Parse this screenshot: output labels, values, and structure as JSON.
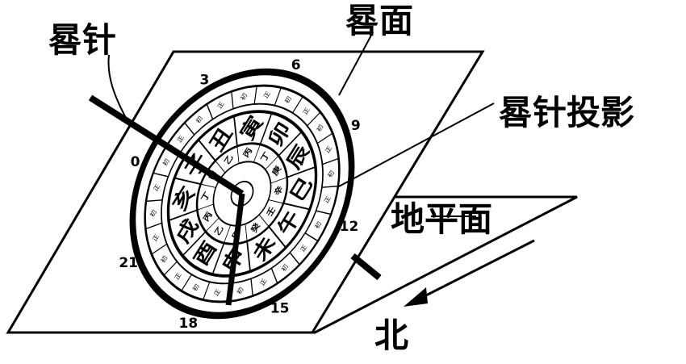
{
  "labels": {
    "gnomon": "晷针",
    "dial_face": "晷面",
    "gnomon_shadow": "晷针投影",
    "horizontal_plane": "地平面",
    "north": "北"
  },
  "hour_marks": [
    "0",
    "3",
    "6",
    "9",
    "12",
    "15",
    "18",
    "21"
  ],
  "branches": [
    "子",
    "丑",
    "寅",
    "卯",
    "辰",
    "巳",
    "午",
    "未",
    "申",
    "酉",
    "戌",
    "亥"
  ],
  "outer_ring_marks": [
    "正",
    "初"
  ],
  "inner_ring_marks": [
    "甲",
    "乙",
    "丙",
    "丁",
    "庚",
    "辛",
    "壬",
    "癸"
  ],
  "colors": {
    "ink": "#000000",
    "paper": "#ffffff"
  },
  "icons": {
    "north_arrow": "arrow-left-icon"
  }
}
